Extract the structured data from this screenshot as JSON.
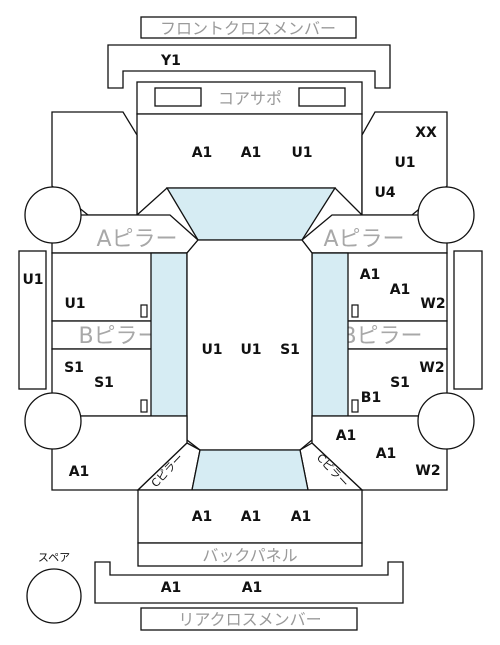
{
  "labels": {
    "front_cross_member": "フロントクロスメンバー",
    "core_support": "コアサポ",
    "a_pillar_left": "Aピラー",
    "a_pillar_right": "Aピラー",
    "b_pillar_left": "Bピラー",
    "b_pillar_right": "Bピラー",
    "c_pillar_left": "Cピラー",
    "c_pillar_right": "Cピラー",
    "back_panel": "バックパネル",
    "rear_cross_member": "リアクロスメンバー",
    "spare": "スペア"
  },
  "codes": {
    "front_cross_member": "Y1",
    "core_support": [
      "A1",
      "A1",
      "U1"
    ],
    "front_right_fender": [
      "XX",
      "U1",
      "U4"
    ],
    "left_sill": "U1",
    "left_front_door": "U1",
    "right_front_door": [
      "A1",
      "A1",
      "W2"
    ],
    "left_rear_door": [
      "S1",
      "S1"
    ],
    "roof": [
      "U1",
      "U1",
      "S1"
    ],
    "right_rear_door": [
      "W2",
      "S1",
      "B1"
    ],
    "left_rear_quarter": "A1",
    "right_rear_quarter": [
      "A1",
      "A1",
      "W2"
    ],
    "trunk": [
      "A1",
      "A1",
      "A1"
    ],
    "rear_cross_member": [
      "A1",
      "A1"
    ]
  }
}
